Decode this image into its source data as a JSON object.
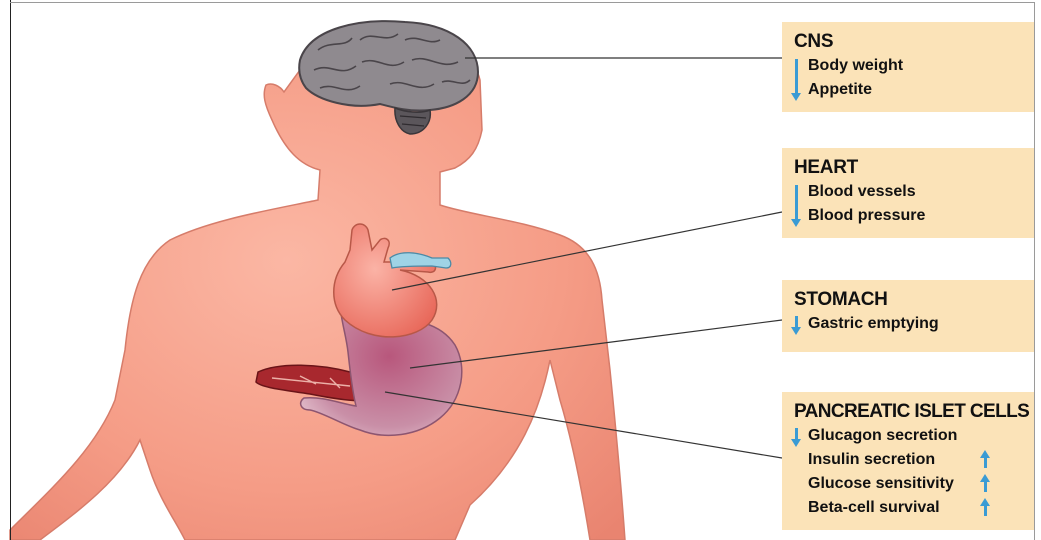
{
  "organs": {
    "cns": {
      "title": "CNS",
      "down_effects": [
        "Body weight",
        "Appetite"
      ]
    },
    "heart": {
      "title": "HEART",
      "down_effects": [
        "Blood vessels",
        "Blood pressure"
      ]
    },
    "stomach": {
      "title": "STOMACH",
      "down_effects": [
        "Gastric emptying"
      ]
    },
    "pancreas": {
      "title": "PANCREATIC ISLET CELLS",
      "down_effects": [
        "Glucagon secretion"
      ],
      "up_effects": [
        "Insulin secretion",
        "Glucose sensitivity",
        "Beta-cell survival"
      ]
    }
  },
  "colors": {
    "skin": "#f6a08c",
    "skin_dark": "#d97a6a",
    "label_box": "#fbe3b8",
    "arrow": "#3a9bd4",
    "brain": "#8f8a8f",
    "heart": "#f07a6c",
    "stomach": "#a8466c",
    "pancreas": "#a8282e"
  }
}
